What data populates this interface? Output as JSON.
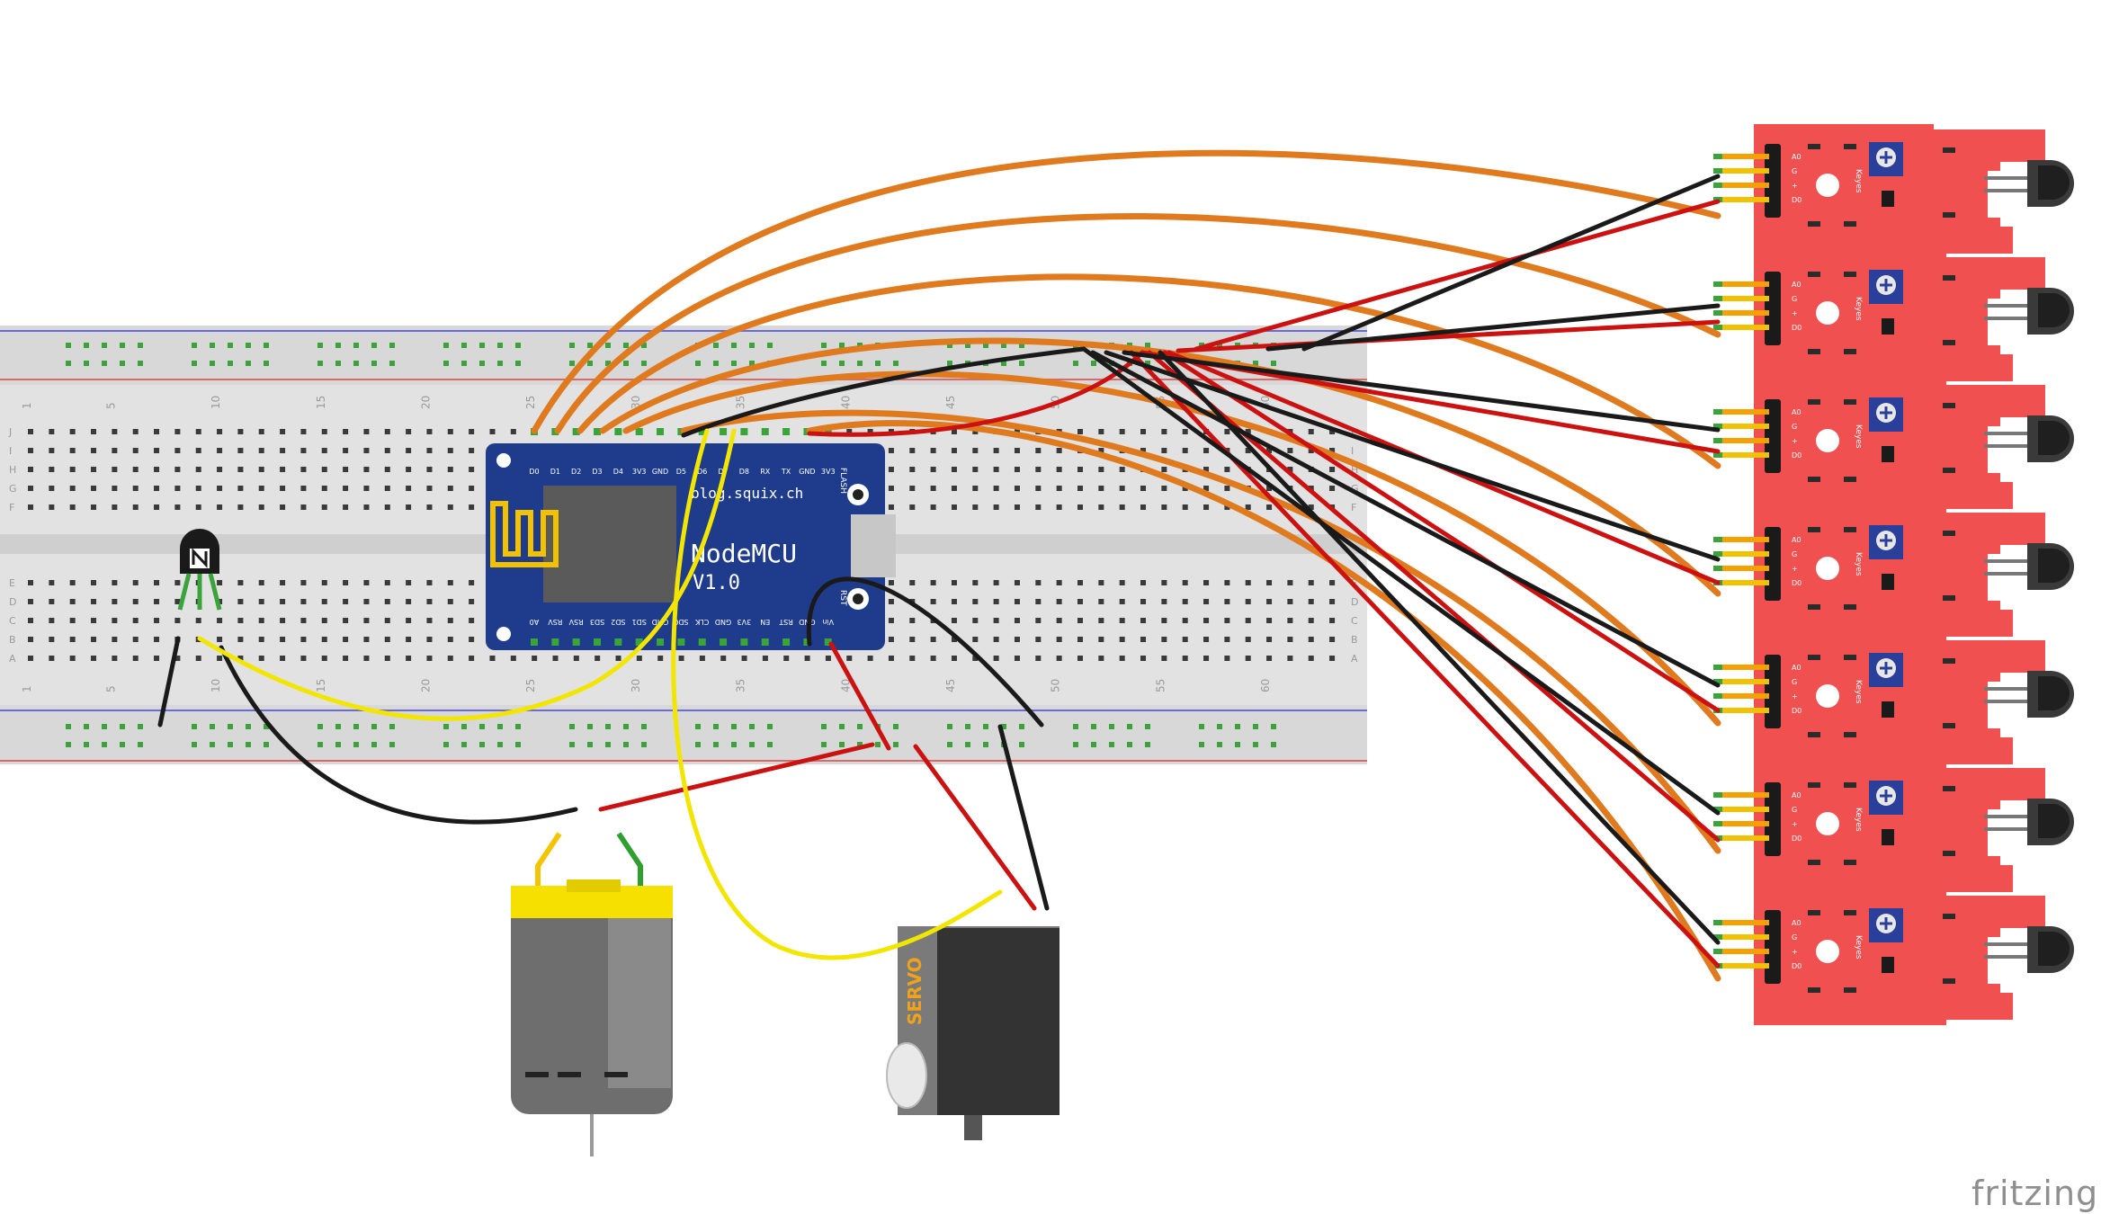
{
  "watermark": "fritzing",
  "breadboard": {
    "column_numbers_top": [
      "1",
      "5",
      "10",
      "15",
      "20",
      "25",
      "30",
      "35",
      "40",
      "45",
      "50",
      "55",
      "60"
    ],
    "row_letters_top": [
      "J",
      "I",
      "H",
      "G",
      "F"
    ],
    "row_letters_bottom": [
      "E",
      "D",
      "C",
      "B",
      "A"
    ]
  },
  "nodemcu": {
    "title": "NodeMCU",
    "version": "V1.0",
    "url": "blog.squix.ch",
    "pins_top": [
      "D0",
      "D1",
      "D2",
      "D3",
      "D4",
      "3V3",
      "GND",
      "D5",
      "D6",
      "D7",
      "D8",
      "RX",
      "TX",
      "GND",
      "3V3"
    ],
    "pins_bottom": [
      "A0",
      "RSV",
      "RSV",
      "SD3",
      "SD2",
      "SD1",
      "CMD",
      "SD0",
      "CLK",
      "GND",
      "3V3",
      "EN",
      "RST",
      "GND",
      "Vin"
    ],
    "button_flash": "FLASH",
    "button_rst": "RST"
  },
  "servo": {
    "label": "SERVO"
  },
  "sensor_modules": [
    {
      "brand": "Keyes",
      "pins": [
        "A0",
        "G",
        "+",
        "D0"
      ]
    },
    {
      "brand": "Keyes",
      "pins": [
        "A0",
        "G",
        "+",
        "D0"
      ]
    },
    {
      "brand": "Keyes",
      "pins": [
        "A0",
        "G",
        "+",
        "D0"
      ]
    },
    {
      "brand": "Keyes",
      "pins": [
        "A0",
        "G",
        "+",
        "D0"
      ]
    },
    {
      "brand": "Keyes",
      "pins": [
        "A0",
        "G",
        "+",
        "D0"
      ]
    },
    {
      "brand": "Keyes",
      "pins": [
        "A0",
        "G",
        "+",
        "D0"
      ]
    },
    {
      "brand": "Keyes",
      "pins": [
        "A0",
        "G",
        "+",
        "D0"
      ]
    }
  ],
  "colors": {
    "wire_orange": "#e07a1f",
    "wire_red": "#cc1111",
    "wire_black": "#1a1a1a",
    "wire_yellow": "#f2e600",
    "nodemcu_board": "#1f3c8c",
    "sensor_board": "#f05050",
    "breadboard": "#e2e2e2"
  }
}
